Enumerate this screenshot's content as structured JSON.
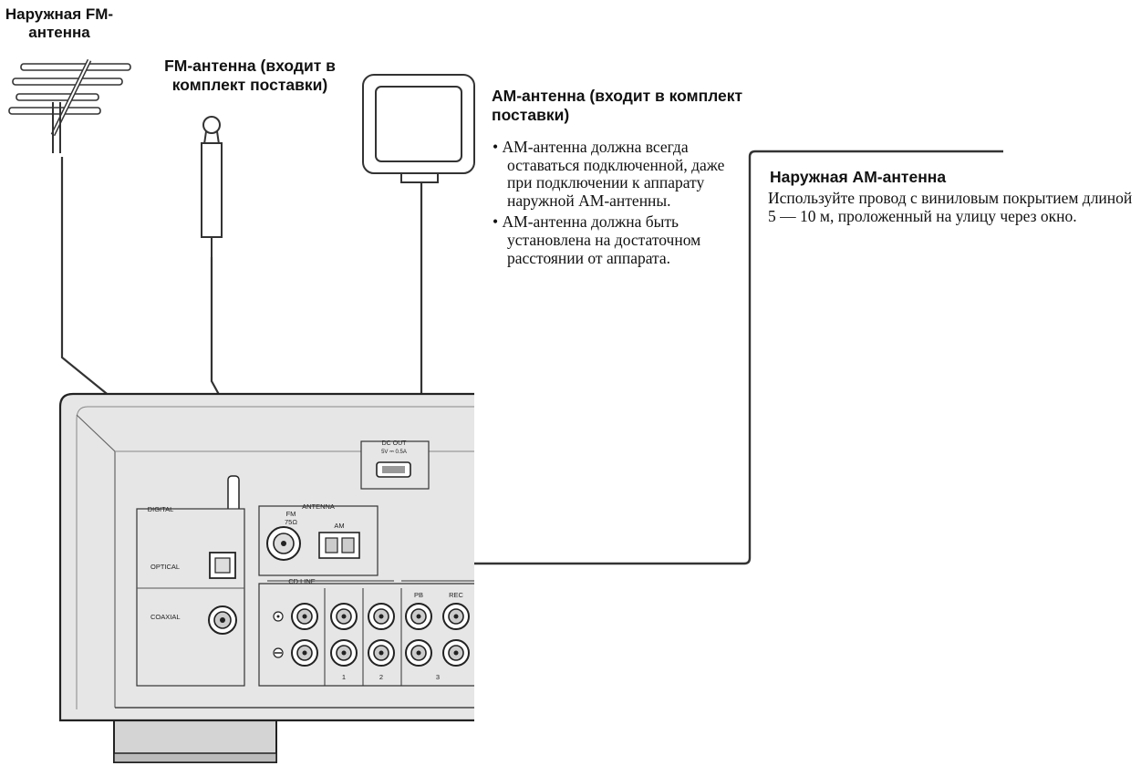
{
  "labels": {
    "outdoor_fm_title": "Наружная FM-антенна",
    "fm_title": "FM-антенна (входит в комплект поставки)",
    "am_title": "АМ-антенна (входит в комплект поставки)",
    "am_notes": [
      "АМ-антенна должна всегда оставаться подключенной, даже при подключении к аппарату наружной АМ-антенны.",
      "АМ-антенна должна быть установлена на достаточном расстоянии от аппарата."
    ],
    "outdoor_am_title": "Наружная АМ-антенна",
    "outdoor_am_desc": "Используйте провод с виниловым покрытием длиной 5 — 10 м, проложенный на улицу через окно."
  },
  "panel": {
    "dc_out": "DC OUT",
    "dc_out_rating": "5V ⎓ 0.5A",
    "digital": "DIGITAL",
    "antenna": "ANTENNA",
    "fm_jack": "FM",
    "fm_ohm": "75Ω",
    "am_jack": "AM",
    "optical": "OPTICAL",
    "coaxial": "COAXIAL",
    "cd_line": "CD LINE",
    "pb": "PB",
    "rec": "REC",
    "num_1": "1",
    "num_2": "2",
    "num_3": "3"
  },
  "colors": {
    "panel_fill": "#e6e6e6",
    "panel_stroke": "#222222",
    "wire": "#333333"
  }
}
